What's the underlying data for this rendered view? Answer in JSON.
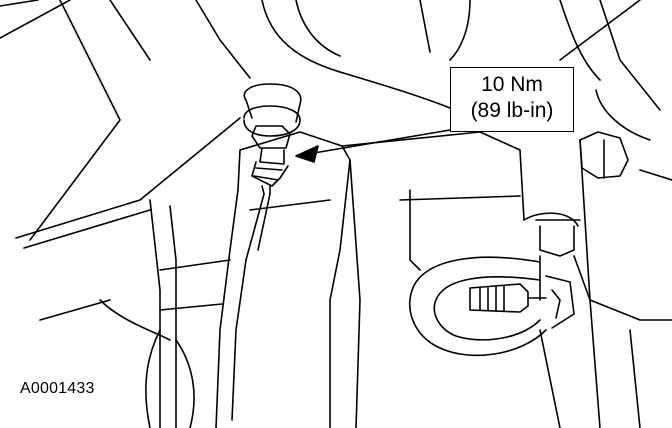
{
  "torque_spec": {
    "metric": "10 Nm",
    "imperial": "(89 lb-in)"
  },
  "figure_id": "A0001433",
  "colors": {
    "line": "#000000",
    "background": "#ffffff"
  }
}
